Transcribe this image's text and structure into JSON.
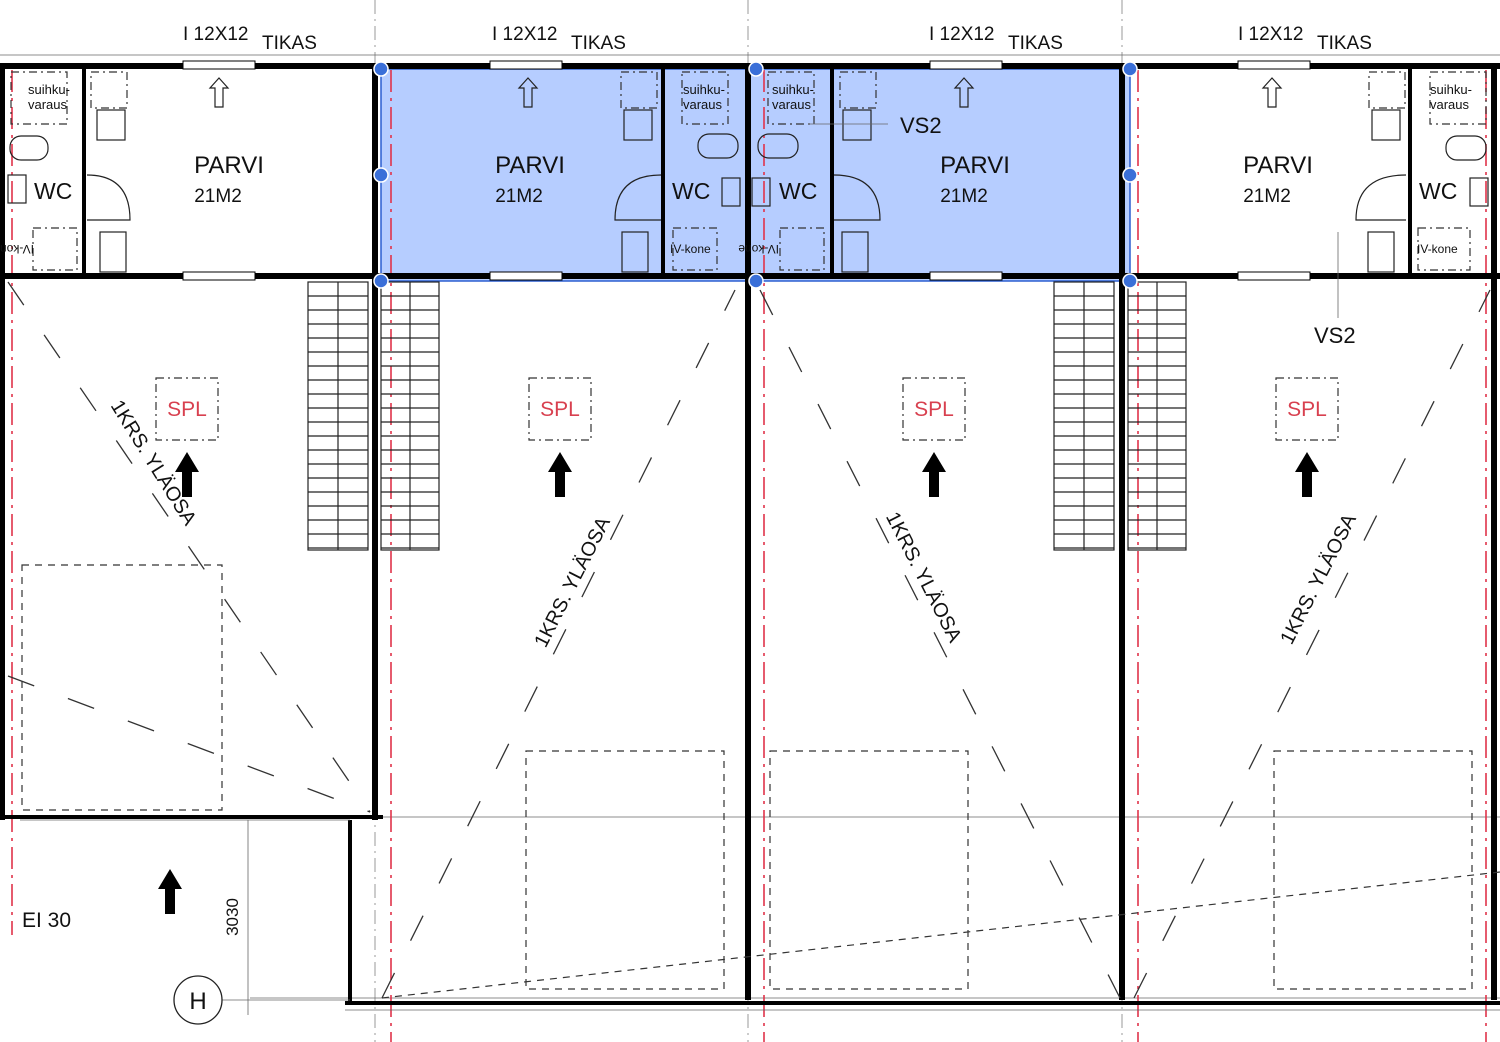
{
  "tikas_top": [
    {
      "size": "I 12X12",
      "label": "TIKAS"
    },
    {
      "size": "I 12X12",
      "label": "TIKAS"
    },
    {
      "size": "I 12X12",
      "label": "TIKAS"
    },
    {
      "size": "I 12X12",
      "label": "TIKAS"
    }
  ],
  "rooms": [
    {
      "name": "PARVI",
      "area": "21M2"
    },
    {
      "name": "PARVI",
      "area": "21M2"
    },
    {
      "name": "PARVI",
      "area": "21M2"
    },
    {
      "name": "PARVI",
      "area": "21M2"
    }
  ],
  "wc_label": "WC",
  "shower_label_line1": "suihku-",
  "shower_label_line2": "varaus",
  "iv_label": "IV-kone",
  "spl_label": "SPL",
  "void_label": "1KRS. YLÄOSA",
  "vs2_labels": [
    "VS2",
    "VS2"
  ],
  "fire_class": "EI 30",
  "dimension": "3030",
  "grid_axis": "H",
  "colors": {
    "selection": "#a9c4ff",
    "handle": "#3a6fd8",
    "spl_red": "#d8404f",
    "axis_red": "#e0334a"
  }
}
